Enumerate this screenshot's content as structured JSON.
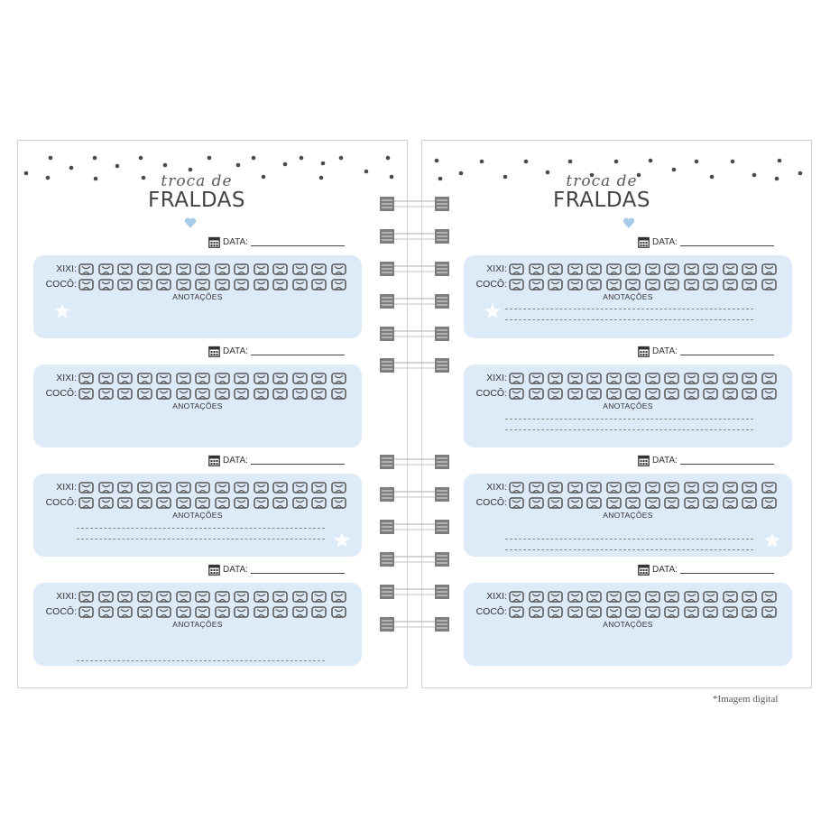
{
  "pages": [
    {
      "title_script": "troca de",
      "title_main": "FRALDAS",
      "entries": [
        {
          "date_label": "DATA:",
          "xixi_label": "XIXI:",
          "coco_label": "COCÔ:",
          "notes_label": "ANOTAÇÕES",
          "dashed_lines": 0,
          "star": "left"
        },
        {
          "date_label": "DATA:",
          "xixi_label": "XIXI:",
          "coco_label": "COCÔ:",
          "notes_label": "ANOTAÇÕES",
          "dashed_lines": 0,
          "star": "none"
        },
        {
          "date_label": "DATA:",
          "xixi_label": "XIXI:",
          "coco_label": "COCÔ:",
          "notes_label": "ANOTAÇÕES",
          "dashed_lines": 2,
          "star": "right"
        },
        {
          "date_label": "DATA:",
          "xixi_label": "XIXI:",
          "coco_label": "COCÔ:",
          "notes_label": "ANOTAÇÕES",
          "dashed_lines": 1,
          "star": "none"
        }
      ]
    },
    {
      "title_script": "troca de",
      "title_main": "FRALDAS",
      "entries": [
        {
          "date_label": "DATA:",
          "xixi_label": "XIXI:",
          "coco_label": "COCÔ:",
          "notes_label": "ANOTAÇÕES",
          "dashed_lines": 2,
          "star": "left"
        },
        {
          "date_label": "DATA:",
          "xixi_label": "XIXI:",
          "coco_label": "COCÔ:",
          "notes_label": "ANOTAÇÕES",
          "dashed_lines": 2,
          "star": "none"
        },
        {
          "date_label": "DATA:",
          "xixi_label": "XIXI:",
          "coco_label": "COCÔ:",
          "notes_label": "ANOTAÇÕES",
          "dashed_lines": 2,
          "star": "right"
        },
        {
          "date_label": "DATA:",
          "xixi_label": "XIXI:",
          "coco_label": "COCÔ:",
          "notes_label": "ANOTAÇÕES",
          "dashed_lines": 0,
          "star": "none"
        }
      ]
    }
  ],
  "diaper_icons_per_row": 14,
  "footnote": "*Imagem digital",
  "colors": {
    "box": "#ddeaf7",
    "heart": "#a9cbe9",
    "dots": "#4a4a4a",
    "spiral": "#7d7d7d",
    "icon": "#555555"
  }
}
